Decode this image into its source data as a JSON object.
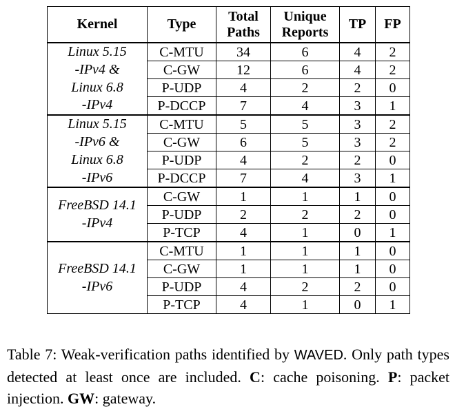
{
  "table": {
    "headers": {
      "kernel": "Kernel",
      "type": "Type",
      "total_l1": "Total",
      "total_l2": "Paths",
      "unique_l1": "Unique",
      "unique_l2": "Reports",
      "tp": "TP",
      "fp": "FP"
    },
    "groups": [
      {
        "kernel_lines": [
          "Linux 5.15",
          "-IPv4 &",
          "Linux 6.8",
          "-IPv4"
        ],
        "rows": [
          {
            "type": "C-MTU",
            "total": "34",
            "unique": "6",
            "tp": "4",
            "fp": "2"
          },
          {
            "type": "C-GW",
            "total": "12",
            "unique": "6",
            "tp": "4",
            "fp": "2"
          },
          {
            "type": "P-UDP",
            "total": "4",
            "unique": "2",
            "tp": "2",
            "fp": "0"
          },
          {
            "type": "P-DCCP",
            "total": "7",
            "unique": "4",
            "tp": "3",
            "fp": "1"
          }
        ]
      },
      {
        "kernel_lines": [
          "Linux 5.15",
          "-IPv6 &",
          "Linux 6.8",
          "-IPv6"
        ],
        "rows": [
          {
            "type": "C-MTU",
            "total": "5",
            "unique": "5",
            "tp": "3",
            "fp": "2"
          },
          {
            "type": "C-GW",
            "total": "6",
            "unique": "5",
            "tp": "3",
            "fp": "2"
          },
          {
            "type": "P-UDP",
            "total": "4",
            "unique": "2",
            "tp": "2",
            "fp": "0"
          },
          {
            "type": "P-DCCP",
            "total": "7",
            "unique": "4",
            "tp": "3",
            "fp": "1"
          }
        ]
      },
      {
        "kernel_lines": [
          "FreeBSD 14.1",
          "-IPv4"
        ],
        "rows": [
          {
            "type": "C-GW",
            "total": "1",
            "unique": "1",
            "tp": "1",
            "fp": "0"
          },
          {
            "type": "P-UDP",
            "total": "2",
            "unique": "2",
            "tp": "2",
            "fp": "0"
          },
          {
            "type": "P-TCP",
            "total": "4",
            "unique": "1",
            "tp": "0",
            "fp": "1"
          }
        ]
      },
      {
        "kernel_lines": [
          "FreeBSD 14.1",
          "-IPv6"
        ],
        "rows": [
          {
            "type": "C-MTU",
            "total": "1",
            "unique": "1",
            "tp": "1",
            "fp": "0"
          },
          {
            "type": "C-GW",
            "total": "1",
            "unique": "1",
            "tp": "1",
            "fp": "0"
          },
          {
            "type": "P-UDP",
            "total": "4",
            "unique": "2",
            "tp": "2",
            "fp": "0"
          },
          {
            "type": "P-TCP",
            "total": "4",
            "unique": "1",
            "tp": "0",
            "fp": "1"
          }
        ]
      }
    ]
  },
  "caption": {
    "prefix": "Table 7: Weak-verification paths identified by ",
    "tool": "WAVED",
    "after_tool": ". Only path types detected at least once are included. ",
    "c_key": "C",
    "c_text": ": cache poi­soning. ",
    "p_key": "P",
    "p_text": ": packet injection. ",
    "gw_key": "GW",
    "gw_text": ": gateway."
  }
}
